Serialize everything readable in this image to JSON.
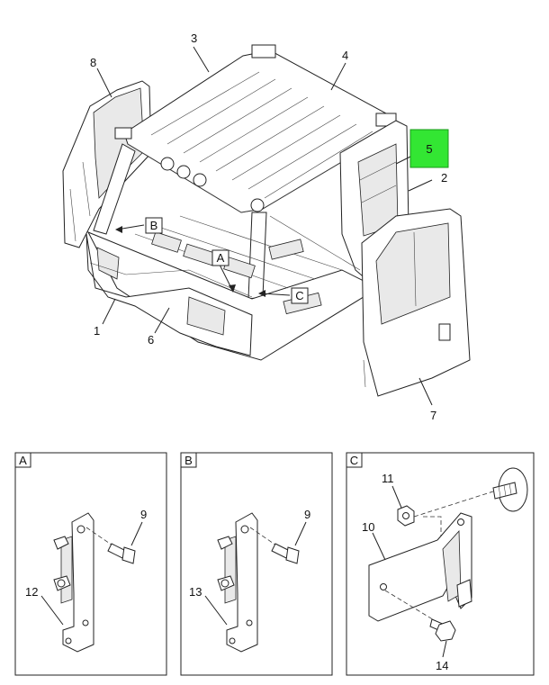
{
  "callouts": {
    "c1": "1",
    "c2": "2",
    "c3": "3",
    "c4": "4",
    "c5": "5",
    "c6": "6",
    "c7": "7",
    "c8": "8"
  },
  "view_letters": {
    "a": "A",
    "b": "B",
    "c": "C"
  },
  "detail_a": {
    "letter": "A",
    "bolt": "9",
    "bracket": "12"
  },
  "detail_b": {
    "letter": "B",
    "bolt": "9",
    "bracket": "13"
  },
  "detail_c": {
    "letter": "C",
    "nut": "11",
    "bracket": "10",
    "bolt": "14"
  },
  "colors": {
    "highlight": "#33e633",
    "line": "#222222"
  }
}
